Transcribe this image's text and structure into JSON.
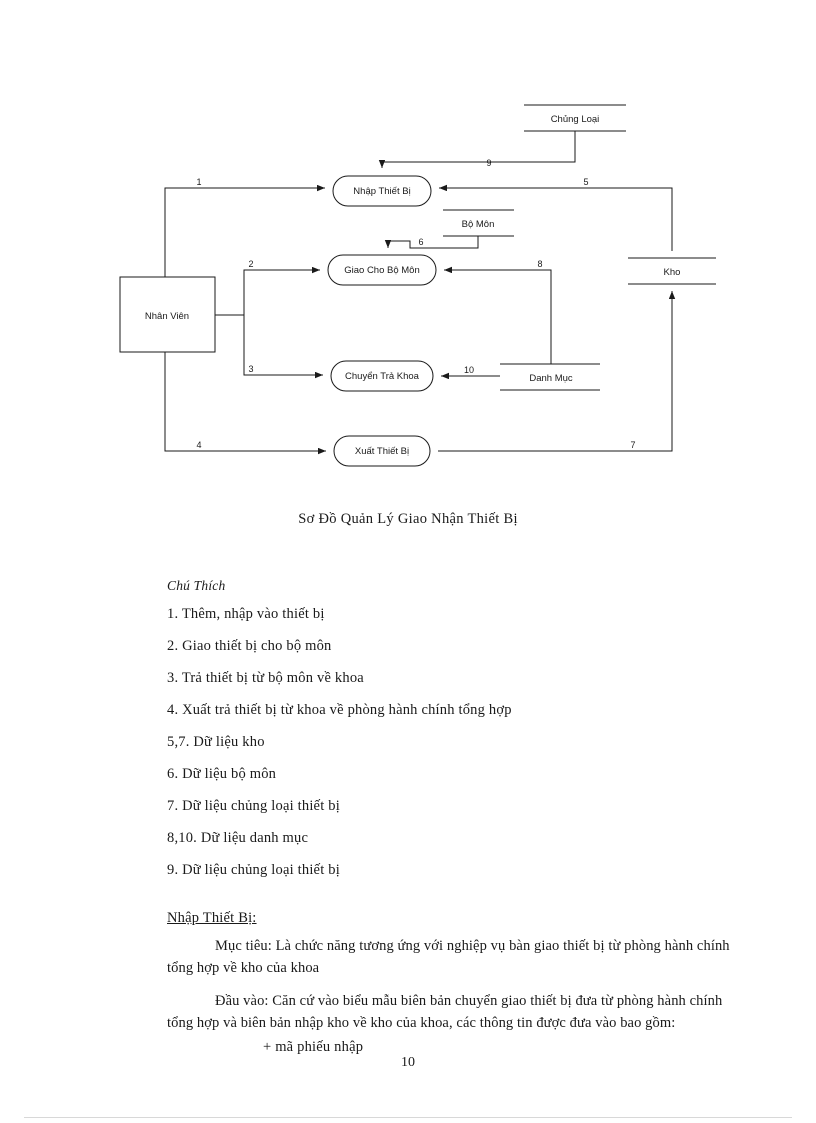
{
  "document": {
    "caption": "Sơ Đồ Quản Lý Giao Nhận Thiết Bị",
    "page_number": "10"
  },
  "diagram": {
    "entities": [
      {
        "id": "nhan-vien",
        "label": "Nhân Viên",
        "type": "external-entity"
      }
    ],
    "processes": [
      {
        "id": "nhap-thiet-bi",
        "label": "Nhập Thiết Bị"
      },
      {
        "id": "giao-cho-bo-mon",
        "label": "Giao Cho Bộ Môn"
      },
      {
        "id": "chuyen-tra-khoa",
        "label": "Chuyển Trả Khoa"
      },
      {
        "id": "xuat-thiet-bi",
        "label": "Xuất Thiết Bị"
      }
    ],
    "datastores": [
      {
        "id": "chung-loai",
        "label": "Chủng Loại"
      },
      {
        "id": "bo-mon",
        "label": "Bộ Môn"
      },
      {
        "id": "kho",
        "label": "Kho"
      },
      {
        "id": "danh-muc",
        "label": "Danh Mục"
      }
    ],
    "flows": [
      {
        "number": "1",
        "from": "Nhân Viên",
        "to": "Nhập Thiết Bị"
      },
      {
        "number": "2",
        "from": "Nhân Viên",
        "to": "Giao Cho Bộ Môn"
      },
      {
        "number": "3",
        "from": "Nhân Viên",
        "to": "Chuyển Trả Khoa"
      },
      {
        "number": "4",
        "from": "Nhân Viên",
        "to": "Xuất Thiết Bị"
      },
      {
        "number": "5",
        "from": "Kho",
        "to": "Nhập Thiết Bị"
      },
      {
        "number": "6",
        "from": "Bộ Môn",
        "to": "Giao Cho Bộ Môn"
      },
      {
        "number": "7",
        "from": "Xuất Thiết Bị",
        "to": "Kho"
      },
      {
        "number": "8",
        "from": "Danh Mục",
        "to": "Giao Cho Bộ Môn"
      },
      {
        "number": "9",
        "from": "Chủng Loại",
        "to": "Nhập Thiết Bị"
      },
      {
        "number": "10",
        "from": "Danh Mục",
        "to": "Chuyển Trả Khoa"
      }
    ]
  },
  "legend": {
    "title": "Chú Thích",
    "items": [
      "1. Thêm, nhập vào thiết bị",
      "2. Giao thiết bị cho bộ môn",
      "3. Trả thiết bị từ bộ môn về khoa",
      "4. Xuất trả thiết bị từ khoa về phòng hành chính tổng hợp",
      "5,7.  Dữ liệu kho",
      "6. Dữ liệu bộ môn",
      "7. Dữ liệu chủng loại thiết bị",
      "8,10.  Dữ liệu danh mục",
      "9. Dữ liệu chủng loại thiết bị"
    ]
  },
  "section": {
    "heading": "Nhập Thiết Bị:",
    "paragraph_muc_tieu": "Mục tiêu: Là chức năng tương ứng với nghiệp vụ bàn giao thiết bị từ phòng hành chính tổng hợp về kho của khoa",
    "paragraph_dau_vao": "Đầu vào: Căn cứ vào biểu mẫu biên bản chuyển giao thiết bị đưa từ phòng hành chính tổng hợp và biên bản nhập kho về kho của khoa, các thông tin được đưa vào bao gồm:",
    "bullet_1": "+ mã phiếu nhập"
  }
}
